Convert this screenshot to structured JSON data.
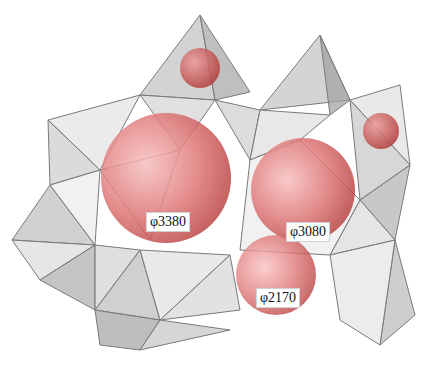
{
  "diagram": {
    "labels": [
      "φ3380",
      "φ3080",
      "φ2170"
    ]
  }
}
